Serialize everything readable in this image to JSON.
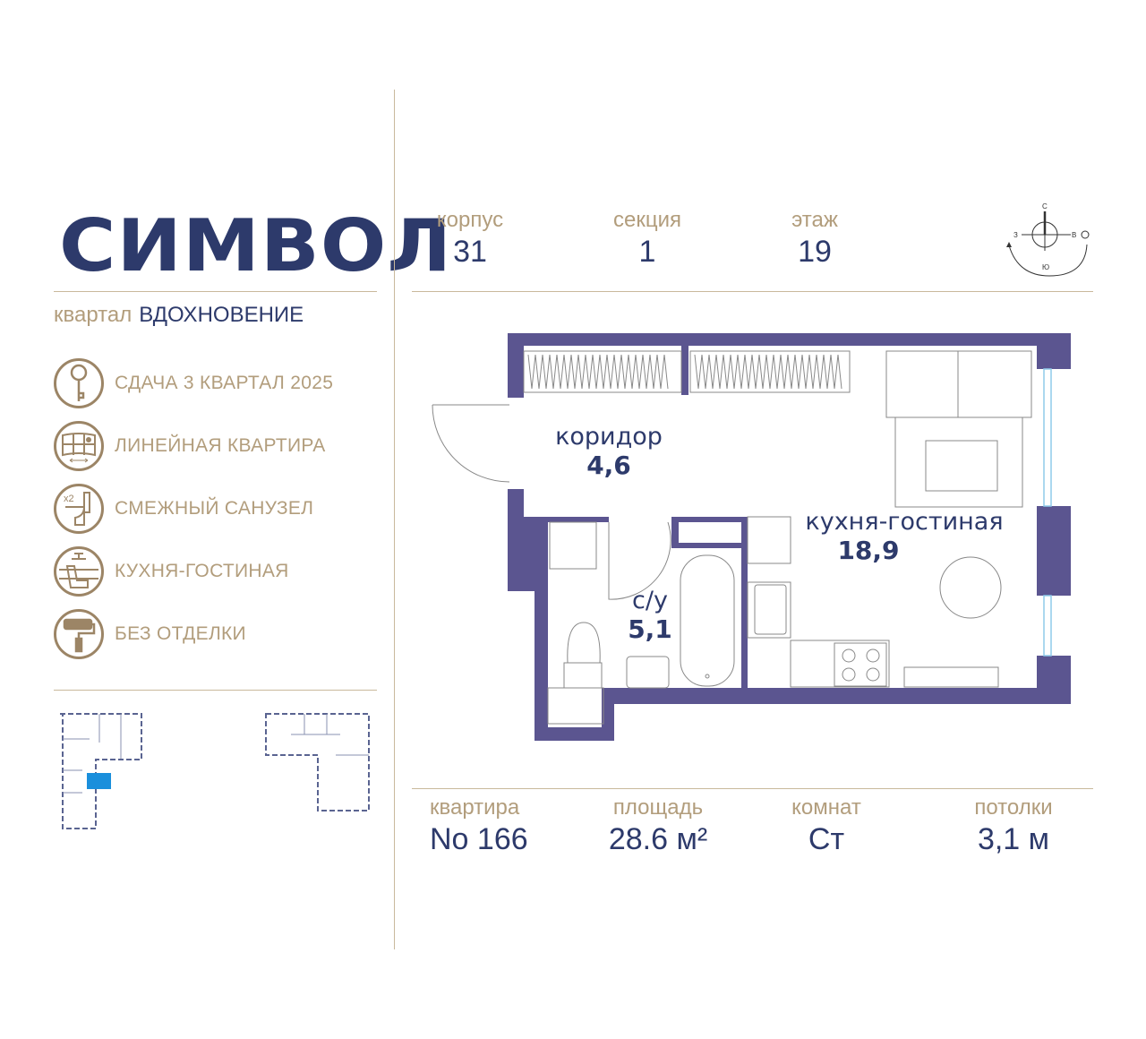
{
  "brand": {
    "logo": "СИМВОЛ",
    "district_prefix": "квартал",
    "district_name": "ВДОХНОВЕНИЕ"
  },
  "features": [
    {
      "icon": "key-icon",
      "label": "СДАЧА 3 КВАРТАЛ 2025"
    },
    {
      "icon": "window-icon",
      "label": "ЛИНЕЙНАЯ КВАРТИРА"
    },
    {
      "icon": "toilet-icon",
      "label": "СМЕЖНЫЙ САНУЗЕЛ"
    },
    {
      "icon": "armchair-icon",
      "label": "КУХНЯ-ГОСТИНАЯ"
    },
    {
      "icon": "paint-roller-icon",
      "label": "БЕЗ ОТДЕЛКИ"
    }
  ],
  "header": {
    "building": {
      "label": "корпус",
      "value": "31"
    },
    "section": {
      "label": "секция",
      "value": "1"
    },
    "floor": {
      "label": "этаж",
      "value": "19"
    }
  },
  "compass": {
    "n": "С",
    "s": "Ю",
    "w": "З",
    "e": "В"
  },
  "rooms": [
    {
      "name": "коридор",
      "area": "4,6"
    },
    {
      "name": "с/у",
      "area": "5,1"
    },
    {
      "name": "кухня-гостиная",
      "area": "18,9"
    }
  ],
  "footer": {
    "apartment": {
      "label": "квартира",
      "value": "No 166"
    },
    "area": {
      "label": "площадь",
      "value": "28.6 м²"
    },
    "rooms": {
      "label": "комнат",
      "value": "Ст"
    },
    "ceiling": {
      "label": "потолки",
      "value": "3,1 м"
    }
  },
  "colors": {
    "brand": "#2d3a6b",
    "gold": "#b29d7c",
    "wall": "#5b5590",
    "highlight": "#1a8fdc"
  }
}
